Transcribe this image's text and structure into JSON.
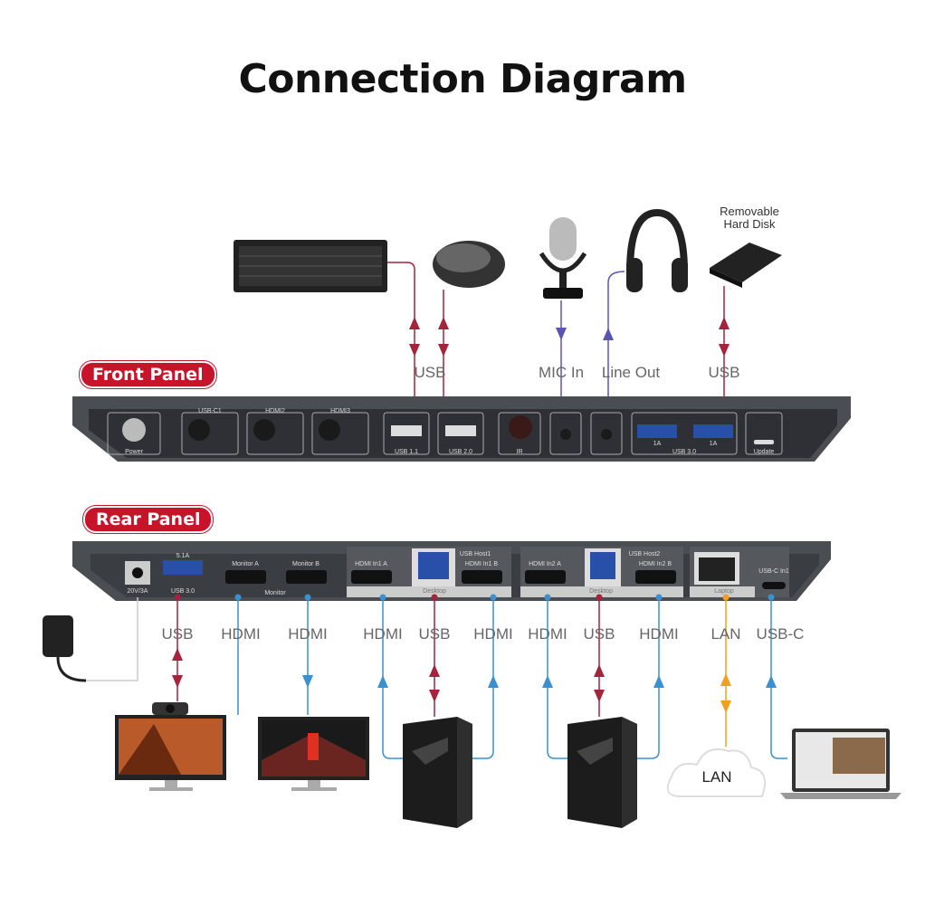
{
  "title": "Connection Diagram",
  "front_panel": {
    "label": "Front Panel",
    "connection_labels": [
      "USB",
      "MIC In",
      "Line Out",
      "USB"
    ],
    "ports": [
      "Power",
      "USB-C1",
      "HDMI2",
      "HDMI3",
      "USB 1.1",
      "USB 2.0",
      "IR",
      "USB 3.0",
      "1A",
      "1A",
      "Update"
    ],
    "devices": {
      "hard_disk": "Removable\nHard Disk"
    }
  },
  "rear_panel": {
    "label": "Rear Panel",
    "connection_labels": [
      "USB",
      "HDMI",
      "HDMI",
      "HDMI",
      "USB",
      "HDMI",
      "HDMI",
      "USB",
      "HDMI",
      "LAN",
      "USB-C"
    ],
    "ports": [
      "20V/3A",
      "5.1A",
      "USB 3.0",
      "Monitor A",
      "Monitor B",
      "Monitor",
      "HDMI In1 A",
      "USB Host1",
      "HDMI In1 B",
      "Desktop",
      "HDMI In2 A",
      "USB Host2",
      "HDMI In2 B",
      "Desktop",
      "Laptop",
      "USB-C In1"
    ]
  },
  "cloud_label": "LAN",
  "colors": {
    "usb": "#a3243b",
    "audio": "#5a56b0",
    "hdmi": "#3b90d0",
    "lan": "#f0a020",
    "badge": "#c8142b",
    "panel": "#3b3e44"
  }
}
